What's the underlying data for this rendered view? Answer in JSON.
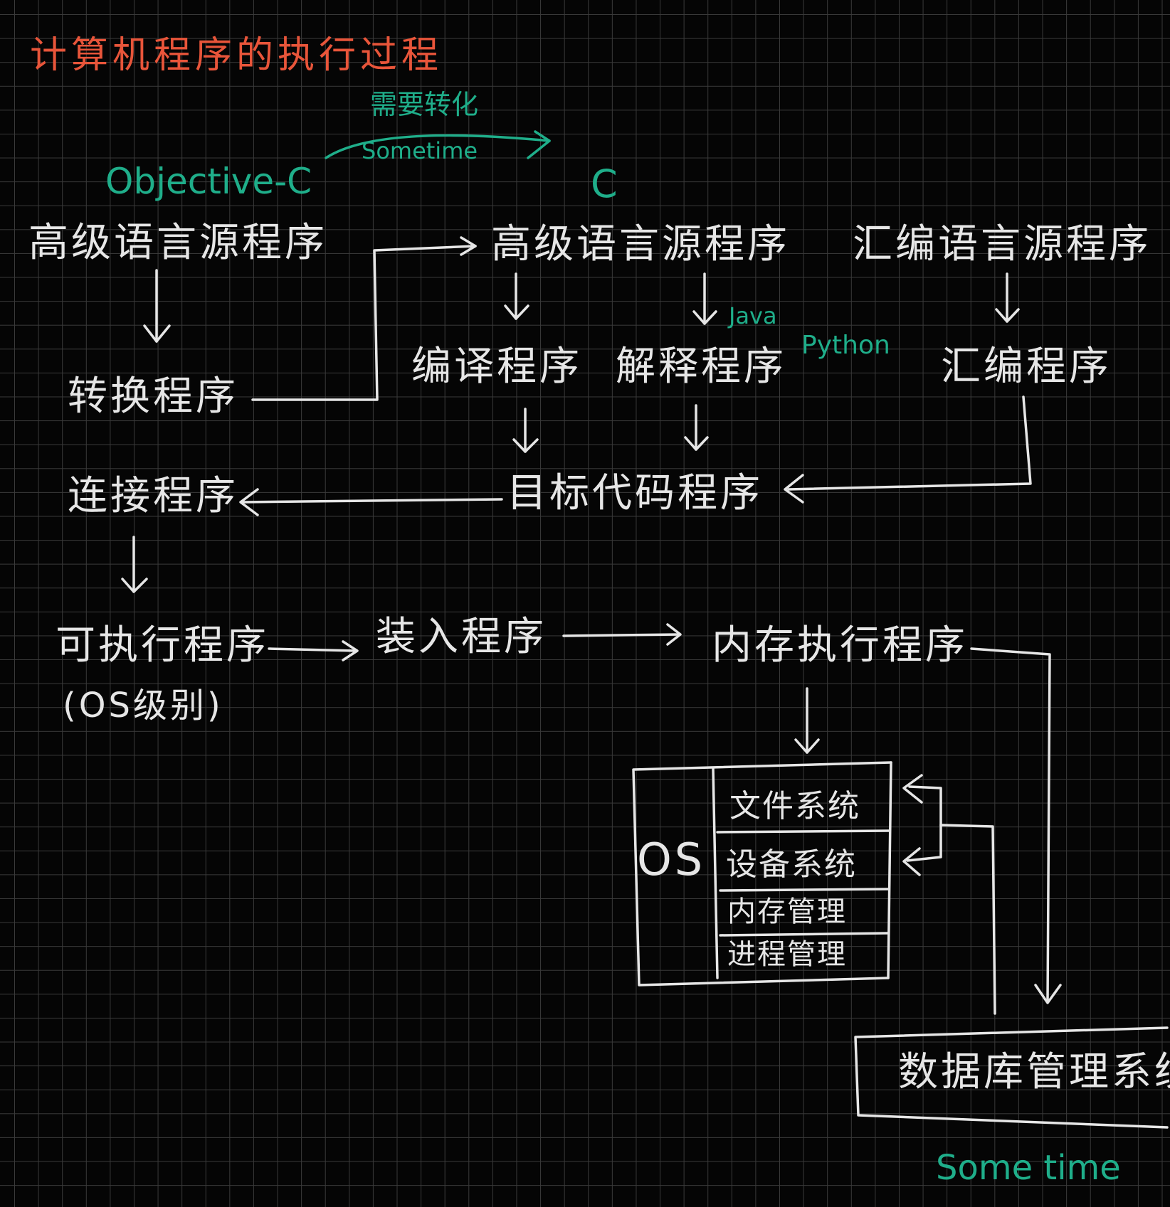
{
  "title": "计算机程序的执行过程",
  "colors": {
    "title": "#e8553a",
    "annotation": "#1fae8a",
    "ink": "#e6e6e6",
    "grid": "#3a3a3a",
    "background": "#050505"
  },
  "annotations": {
    "convert_note": "需要转化",
    "sometime_top": "Sometime",
    "objective_c": "Objective-C",
    "c_lang": "C",
    "java": "Java",
    "python": "Python",
    "sometime_bottom": "Some time"
  },
  "nodes": {
    "hl_source_left": "高级语言源程序",
    "hl_source_mid": "高级语言源程序",
    "asm_source": "汇编语言源程序",
    "converter": "转换程序",
    "compiler": "编译程序",
    "interpreter": "解释程序",
    "assembler": "汇编程序",
    "linker": "连接程序",
    "object_code": "目标代码程序",
    "executable": "可执行程序",
    "executable_note": "(OS级别)",
    "loader": "装入程序",
    "memory_exec": "内存执行程序",
    "dbms": "数据库管理系统"
  },
  "os": {
    "label": "OS",
    "modules": [
      "文件系统",
      "设备系统",
      "内存管理",
      "进程管理"
    ]
  }
}
